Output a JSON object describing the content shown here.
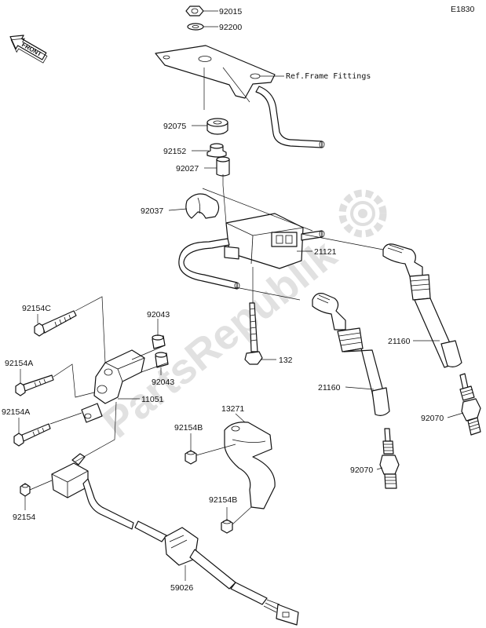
{
  "diagram_code": "E1830",
  "front_badge": "FRONT",
  "watermark": "PartsRepublik",
  "callouts": {
    "p92015": "92015",
    "p92200": "92200",
    "ref_frame": "Ref.Frame Fittings",
    "p92075": "92075",
    "p92152": "92152",
    "p92027": "92027",
    "p92037": "92037",
    "p21121": "21121",
    "p92154c": "92154C",
    "p92043_top": "92043",
    "p92043_bottom": "92043",
    "p92154a_upper": "92154A",
    "p92154a_lower": "92154A",
    "p11051": "11051",
    "p132": "132",
    "p21160_left": "21160",
    "p21160_right": "21160",
    "p92070_right": "92070",
    "p92070_left": "92070",
    "p13271": "13271",
    "p92154b_upper": "92154B",
    "p92154b_lower": "92154B",
    "p92154": "92154",
    "p59026": "59026"
  },
  "icons": [
    "front-arrow-icon",
    "gear-watermark-icon"
  ]
}
